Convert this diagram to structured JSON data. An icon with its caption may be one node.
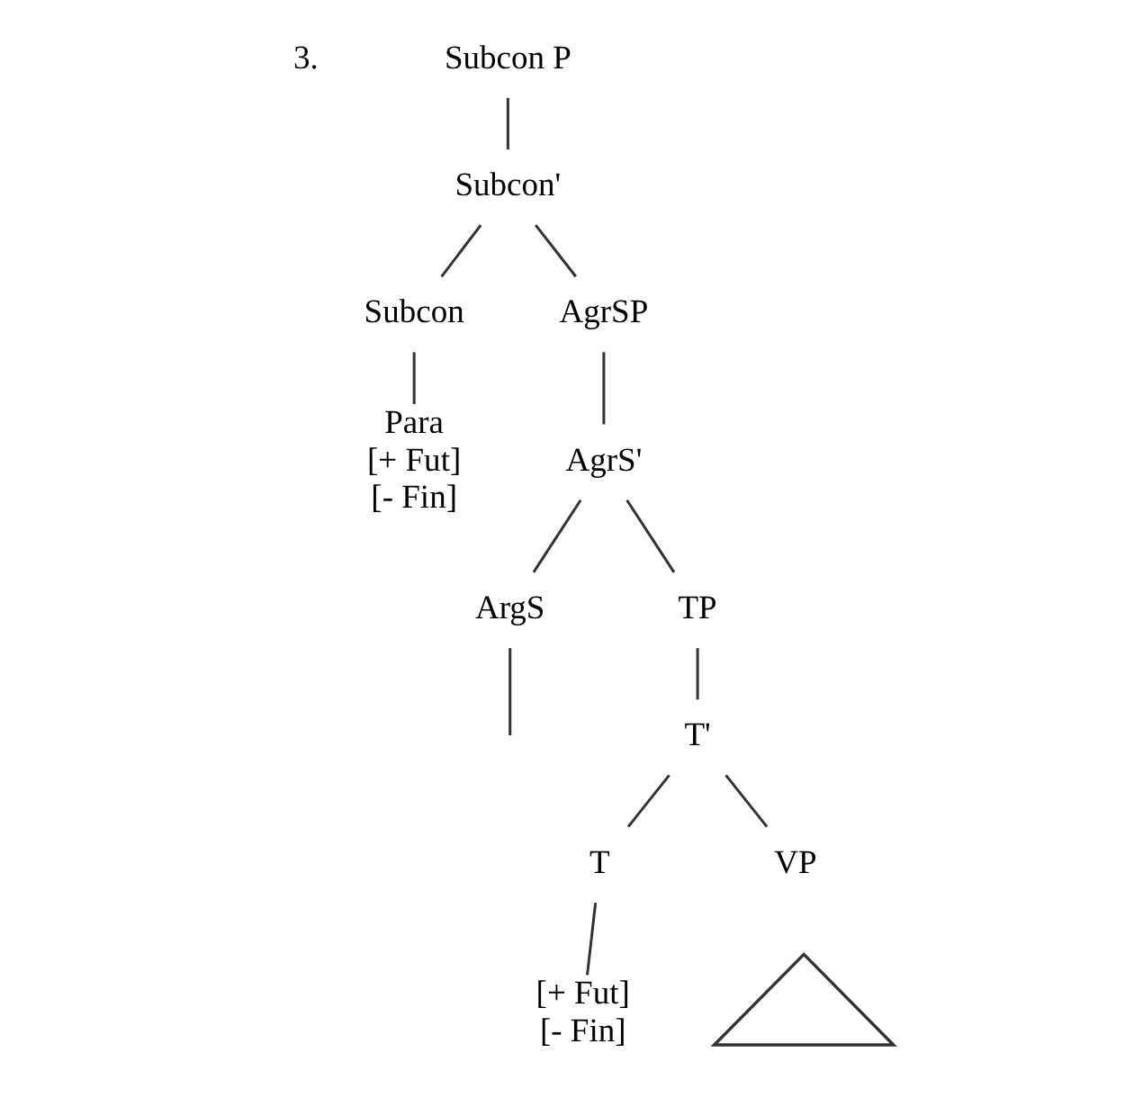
{
  "diagram": {
    "nodes": [
      {
        "text": [
          "Subcon P"
        ]
      },
      {
        "text": [
          "Subcon'"
        ]
      },
      {
        "text": [
          "Subcon"
        ]
      },
      {
        "text": [
          "AgrSP"
        ]
      },
      {
        "text": [
          "Para",
          "[+ Fut]",
          "[- Fin]"
        ]
      },
      {
        "text": [
          "AgrS'"
        ]
      },
      {
        "text": [
          "ArgS"
        ]
      },
      {
        "text": [
          "TP"
        ]
      },
      {
        "text": [
          "T'"
        ]
      },
      {
        "text": [
          "T"
        ]
      },
      {
        "text": [
          "VP"
        ]
      },
      {
        "text": [
          "[+ Fut]",
          "[- Fin]"
        ]
      },
      {
        "text": [],
        "shape": "triangle"
      }
    ],
    "edges": [
      {
        "from": 0,
        "to": 1,
        "arrow": "none"
      },
      {
        "from": 1,
        "to": 2,
        "arrow": "none"
      },
      {
        "from": 1,
        "to": 3,
        "arrow": "none"
      },
      {
        "from": 2,
        "to": 4,
        "arrow": "none"
      },
      {
        "from": 3,
        "to": 5,
        "arrow": "none"
      },
      {
        "from": 5,
        "to": 6,
        "arrow": "none"
      },
      {
        "from": 5,
        "to": 7,
        "arrow": "none"
      },
      {
        "from": 6,
        "to": null,
        "arrow": "none"
      },
      {
        "from": 7,
        "to": 8,
        "arrow": "none"
      },
      {
        "from": 8,
        "to": 9,
        "arrow": "none"
      },
      {
        "from": 8,
        "to": 10,
        "arrow": "none"
      },
      {
        "from": 9,
        "to": 11,
        "arrow": "none"
      }
    ],
    "labels": [
      "3."
    ]
  }
}
